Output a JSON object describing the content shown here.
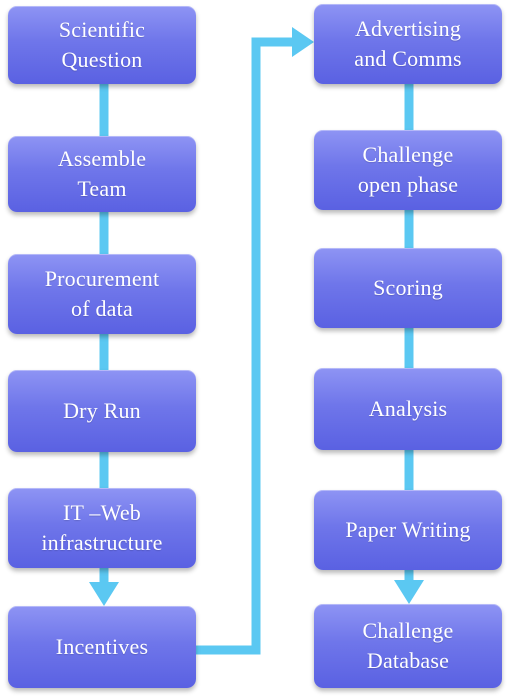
{
  "colors": {
    "box_fill": "#6f76ea",
    "box_text": "#ffffff",
    "connector": "#5bc8f2"
  },
  "column_left": [
    {
      "id": "scientific-question",
      "label": "Scientific\nQuestion"
    },
    {
      "id": "assemble-team",
      "label": "Assemble\nTeam"
    },
    {
      "id": "procurement-of-data",
      "label": "Procurement\nof data"
    },
    {
      "id": "dry-run",
      "label": "Dry Run"
    },
    {
      "id": "it-web-infrastructure",
      "label": "IT –Web\ninfrastructure"
    },
    {
      "id": "incentives",
      "label": "Incentives"
    }
  ],
  "column_right": [
    {
      "id": "advertising-and-comms",
      "label": "Advertising\nand Comms"
    },
    {
      "id": "challenge-open-phase",
      "label": "Challenge\nopen phase"
    },
    {
      "id": "scoring",
      "label": "Scoring"
    },
    {
      "id": "analysis",
      "label": "Analysis"
    },
    {
      "id": "paper-writing",
      "label": "Paper Writing"
    },
    {
      "id": "challenge-database",
      "label": "Challenge\nDatabase"
    }
  ]
}
